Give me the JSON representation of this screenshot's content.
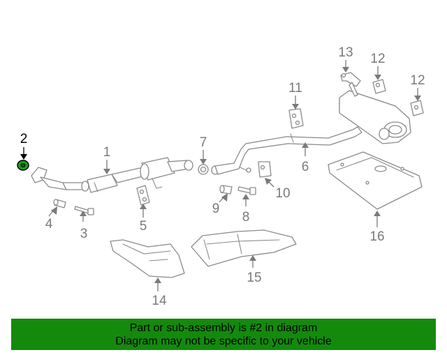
{
  "highlighted_part": "2",
  "callouts": {
    "c1": "1",
    "c2": "2",
    "c3": "3",
    "c4": "4",
    "c5": "5",
    "c6": "6",
    "c7": "7",
    "c8": "8",
    "c9": "9",
    "c10": "10",
    "c11": "11",
    "c12a": "12",
    "c12b": "12",
    "c13": "13",
    "c14": "14",
    "c15": "15",
    "c16": "16"
  },
  "banner": {
    "line1": "Part or sub-assembly is #2 in diagram",
    "line2": "Diagram may not be specific to your vehicle"
  },
  "colors": {
    "banner_bg": "#138a0c",
    "highlight": "#1a9a1a",
    "line_art": "#8a8a8a"
  }
}
